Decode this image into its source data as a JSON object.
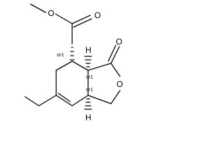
{
  "molecule": {
    "atoms": {
      "ester_oxygen_carbonyl": "O",
      "ester_oxygen_ether": "O",
      "lactone_oxygen_carbonyl": "O",
      "lactone_oxygen_ring": "O",
      "hydrogen_top": "H",
      "hydrogen_bottom": "H"
    },
    "stereo_labels": {
      "c7": "or1",
      "c7a": "or1",
      "c3a": "or1"
    }
  }
}
